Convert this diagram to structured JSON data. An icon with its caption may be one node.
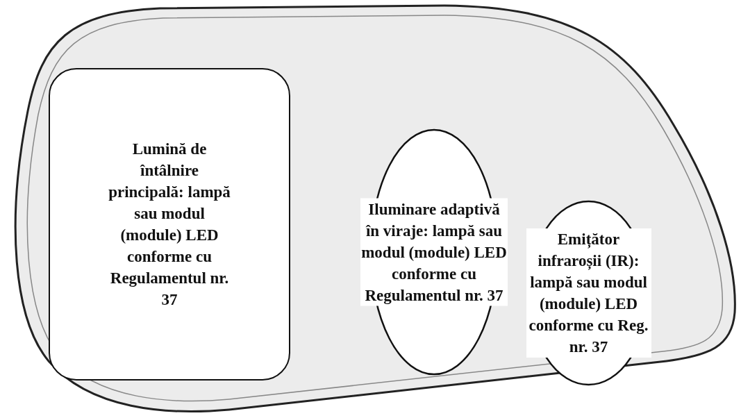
{
  "diagram": {
    "nodes": [
      {
        "text": [],
        "shape": "box"
      },
      {
        "text": [
          "Lumină de întâlnire principală: lampă sau modul (module) LED conforme cu Regulamentul nr. 37"
        ],
        "in": 0
      },
      {
        "text": [
          "Iluminare adaptivă în viraje: lampă sau modul (module) LED conforme cu Regulamentul nr. 37"
        ],
        "in": 0
      },
      {
        "text": [
          "Emițător infraroșii (IR): lampă sau modul (module) LED conforme cu Reg. nr. 37"
        ],
        "in": 0
      }
    ]
  }
}
